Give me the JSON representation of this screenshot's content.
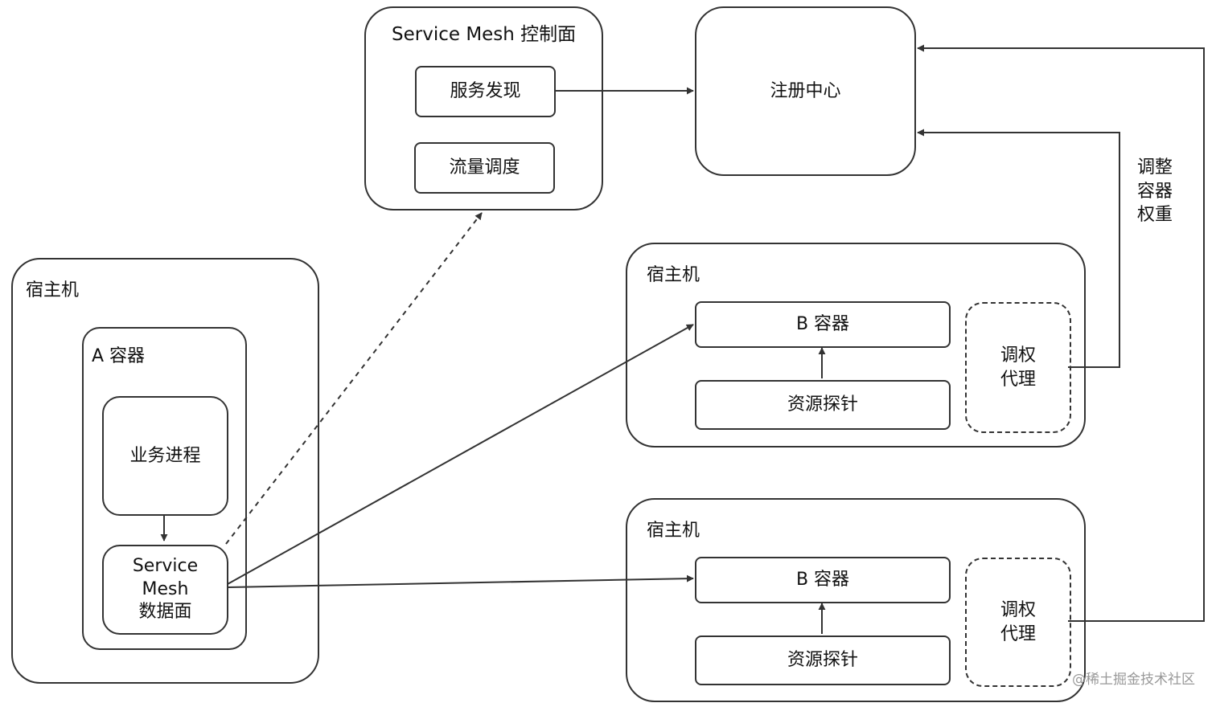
{
  "control_plane": {
    "title": "Service Mesh 控制面",
    "service_discovery": "服务发现",
    "traffic_scheduling": "流量调度"
  },
  "registry": {
    "label": "注册中心"
  },
  "adjust_weight_label": "调整\n容器\n权重",
  "host_a": {
    "title": "宿主机",
    "container_title": "A 容器",
    "business_process": "业务进程",
    "data_plane": "Service\nMesh\n数据面"
  },
  "host_b1": {
    "title": "宿主机",
    "container": "B 容器",
    "probe": "资源探针",
    "proxy": "调权\n代理"
  },
  "host_b2": {
    "title": "宿主机",
    "container": "B 容器",
    "probe": "资源探针",
    "proxy": "调权\n代理"
  },
  "watermark": "@稀土掘金技术社区",
  "colors": {
    "stroke": "#333333",
    "background": "#ffffff"
  }
}
